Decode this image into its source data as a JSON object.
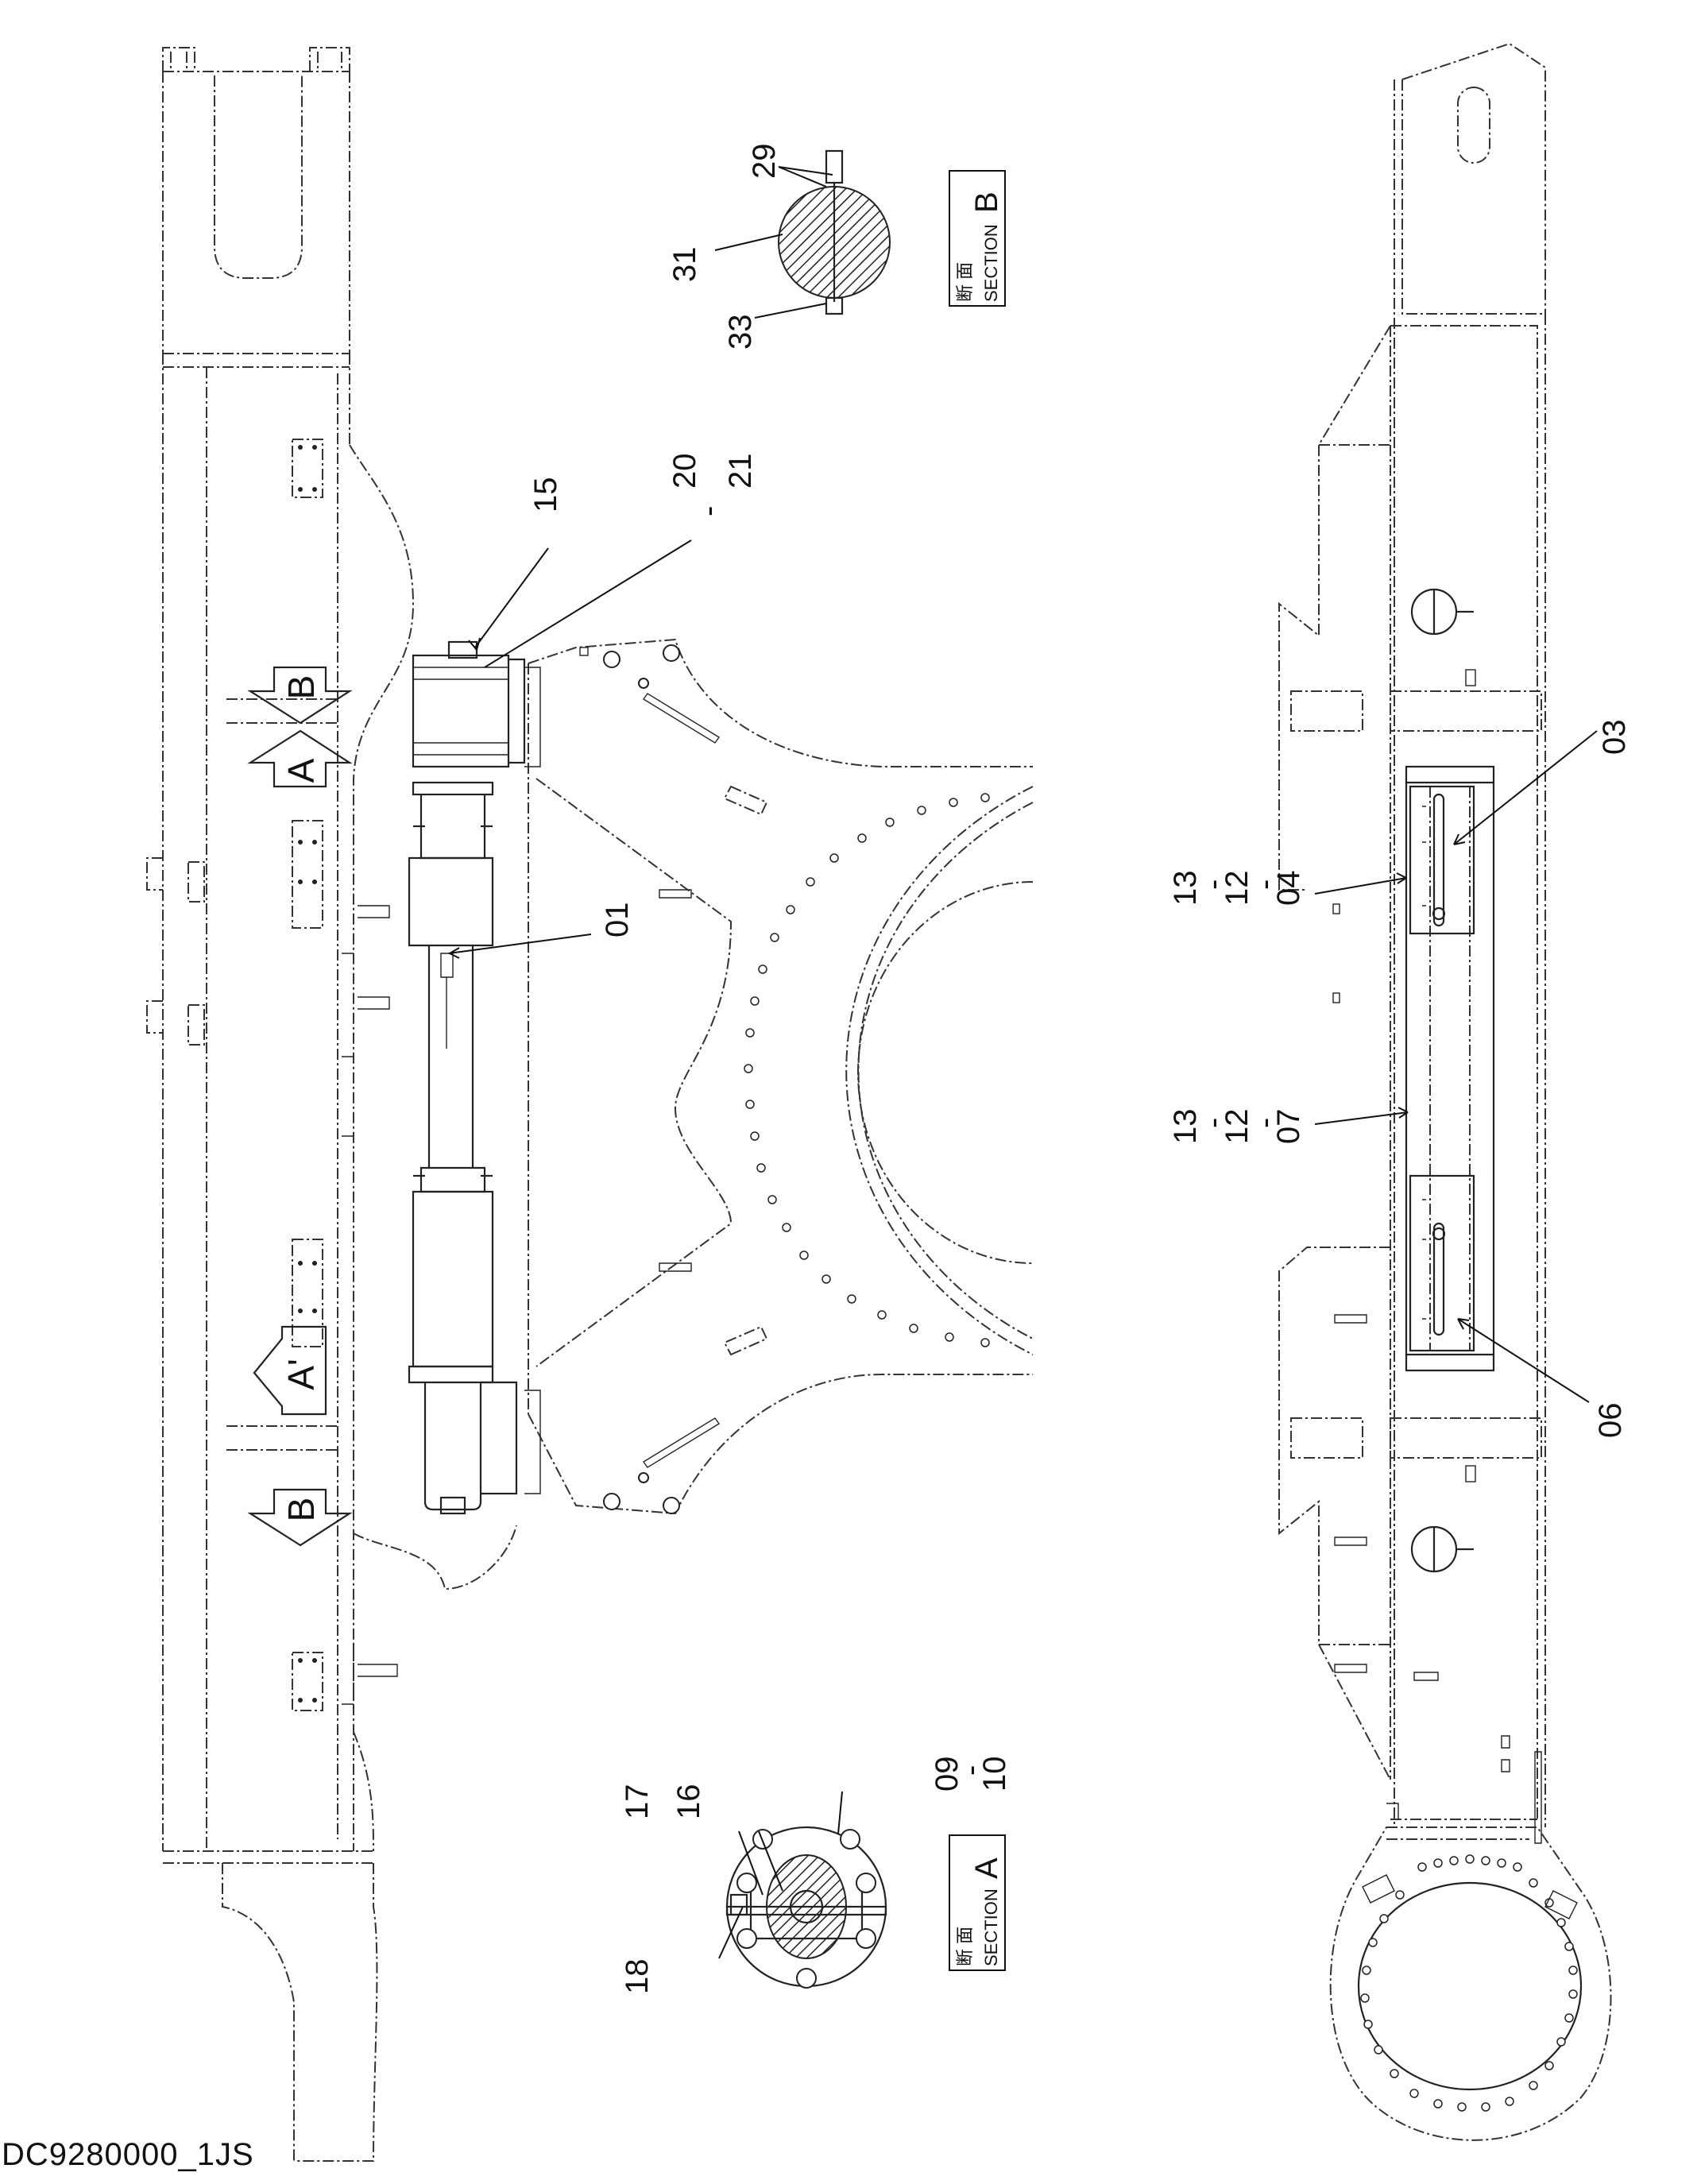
{
  "drawing_code": "DC9280000_1JS",
  "section_a": {
    "kanji": "断 面",
    "word": "SECTION",
    "letter": "A"
  },
  "section_b": {
    "kanji": "断 面",
    "word": "SECTION",
    "letter": "B"
  },
  "view_markers": {
    "b_top": "B",
    "a_top": "A",
    "a_prime": "A'",
    "b_bottom": "B"
  },
  "part_labels": {
    "p01": "01",
    "p15": "15",
    "p20_21": [
      "20",
      "21"
    ],
    "p29": "29",
    "p31": "31",
    "p33": "33",
    "p03": "03",
    "p04_group": [
      "13",
      "12",
      "04"
    ],
    "p07_group": [
      "13",
      "12",
      "07"
    ],
    "p06": "06",
    "p09_10": [
      "09",
      "10"
    ],
    "p16": "16",
    "p17": "17",
    "p18": "18"
  }
}
